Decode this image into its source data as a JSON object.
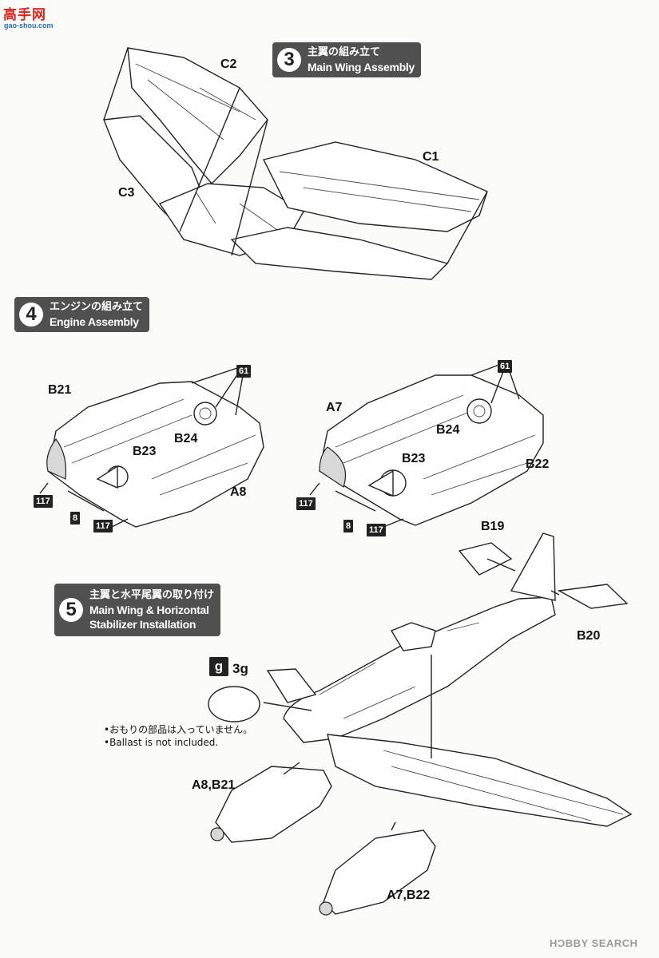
{
  "logo": {
    "chinese": "高手网",
    "url": "gao-shou.com"
  },
  "steps": [
    {
      "number": "3",
      "jp": "主翼の組み立て",
      "en": "Main Wing Assembly"
    },
    {
      "number": "4",
      "jp": "エンジンの組み立て",
      "en": "Engine Assembly"
    },
    {
      "number": "5",
      "jp": "主翼と水平尾翼の取り付け",
      "en1": "Main Wing & Horizontal",
      "en2": "Stabilizer Installation"
    }
  ],
  "step3_parts": {
    "c1": "C1",
    "c2": "C2",
    "c3": "C3"
  },
  "step4_left": {
    "b21": "B21",
    "b23": "B23",
    "b24": "B24",
    "a8": "A8",
    "color1": "117",
    "color2": "117",
    "color3": "8",
    "color4": "61"
  },
  "step4_right": {
    "a7": "A7",
    "b23": "B23",
    "b24": "B24",
    "b22": "B22",
    "color1": "117",
    "color2": "117",
    "color3": "8",
    "color4": "61"
  },
  "step5": {
    "b19": "B19",
    "b20": "B20",
    "weight_icon": "g",
    "weight": "3g",
    "note_jp": "•おもりの部品は入っていません。",
    "note_en": "•Ballast is not included.",
    "engine_left": "A8,B21",
    "engine_right": "A7,B22"
  },
  "watermark": "HƆBBY SEARCH"
}
